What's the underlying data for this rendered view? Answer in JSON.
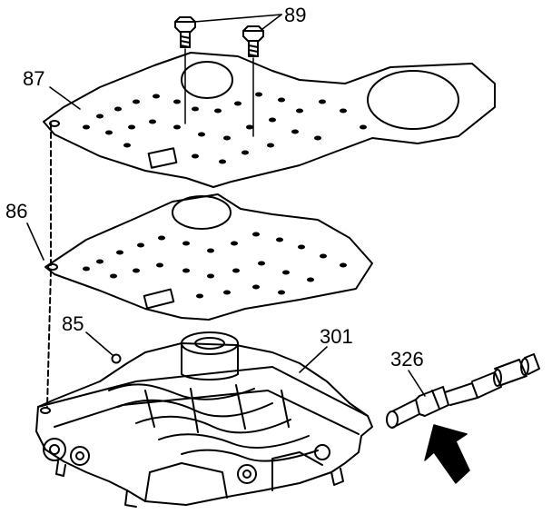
{
  "callouts": {
    "bolts": "89",
    "upper_gasket": "87",
    "lower_gasket": "86",
    "checkball": "85",
    "valve_body": "301",
    "solenoid": "326"
  },
  "colors": {
    "ink": "#000000",
    "paper": "#ffffff"
  }
}
